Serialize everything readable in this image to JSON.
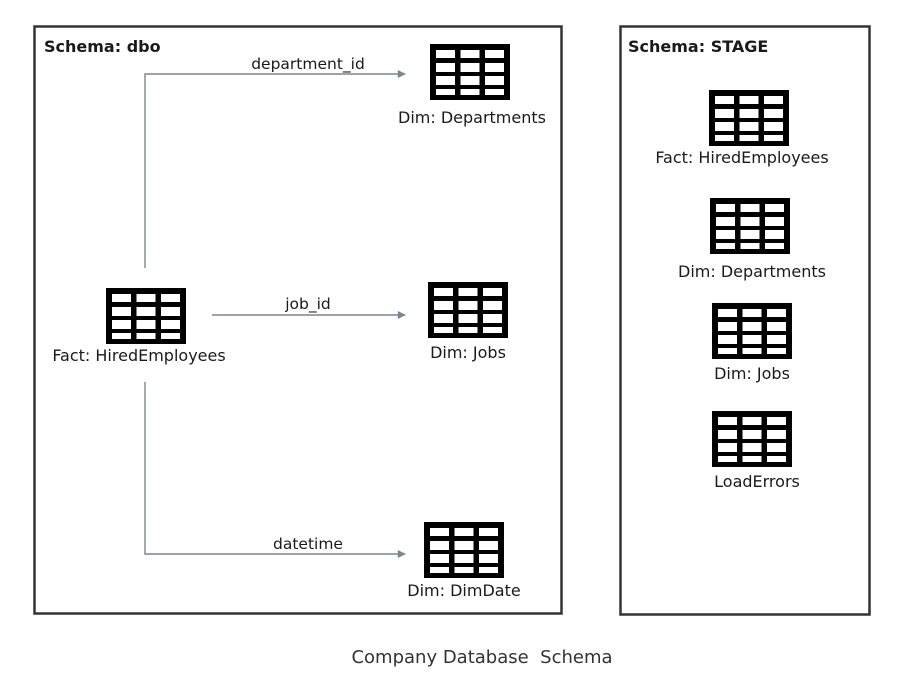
{
  "diagram": {
    "caption": "Company Database  Schema",
    "clusters": [
      {
        "id": "dbo",
        "label": "Schema: dbo"
      },
      {
        "id": "stage",
        "label": "Schema: STAGE"
      }
    ],
    "nodes": {
      "dbo_fact": {
        "label": "Fact: HiredEmployees",
        "icon": "table-icon"
      },
      "dbo_departments": {
        "label": "Dim: Departments",
        "icon": "table-icon"
      },
      "dbo_jobs": {
        "label": "Dim: Jobs",
        "icon": "table-icon"
      },
      "dbo_date": {
        "label": "Dim: DimDate",
        "icon": "table-icon"
      },
      "stage_fact": {
        "label": "Fact: HiredEmployees",
        "icon": "table-icon"
      },
      "stage_departments": {
        "label": "Dim: Departments",
        "icon": "table-icon"
      },
      "stage_jobs": {
        "label": "Dim: Jobs",
        "icon": "table-icon"
      },
      "stage_errors": {
        "label": "LoadErrors",
        "icon": "table-icon"
      }
    },
    "edges": {
      "to_departments": {
        "from": "Fact: HiredEmployees",
        "to": "Dim: Departments",
        "label": "department_id"
      },
      "to_jobs": {
        "from": "Fact: HiredEmployees",
        "to": "Dim: Jobs",
        "label": "job_id"
      },
      "to_date": {
        "from": "Fact: HiredEmployees",
        "to": "Dim: DimDate",
        "label": "datetime"
      }
    }
  }
}
